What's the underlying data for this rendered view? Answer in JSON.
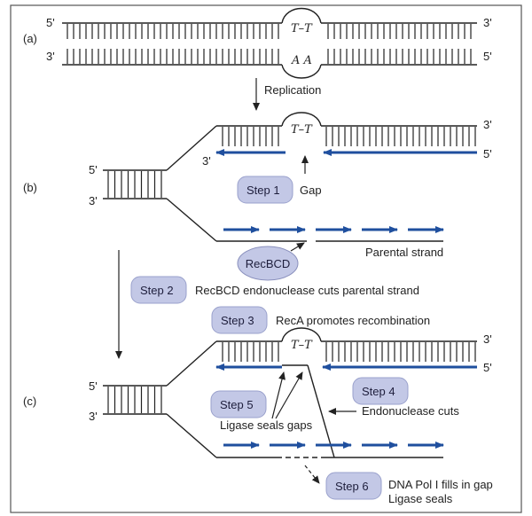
{
  "panels": {
    "a": "(a)",
    "b": "(b)",
    "c": "(c)"
  },
  "ends": {
    "five": "5'",
    "three": "3'"
  },
  "lesion": {
    "top": "T–T",
    "bottom": "A A"
  },
  "replication_label": "Replication",
  "steps": [
    {
      "label": "Step 1",
      "desc": "Gap"
    },
    {
      "label": "Step 2",
      "desc": "RecBCD endonuclease cuts parental strand"
    },
    {
      "label": "Step 3",
      "desc": "RecA promotes recombination"
    },
    {
      "label": "Step 4",
      "desc": "Endonuclease cuts"
    },
    {
      "label": "Step 5",
      "desc": "Ligase seals gaps"
    },
    {
      "label": "Step 6",
      "desc": "DNA Pol I fills in gap",
      "desc2": "Ligase seals"
    }
  ],
  "recbcd_label": "RecBCD",
  "parental_strand_label": "Parental strand",
  "colors": {
    "strand": "#222222",
    "new_strand": "#1f4f9e",
    "step_fill": "#c3c8e6",
    "frame": "#555555"
  }
}
